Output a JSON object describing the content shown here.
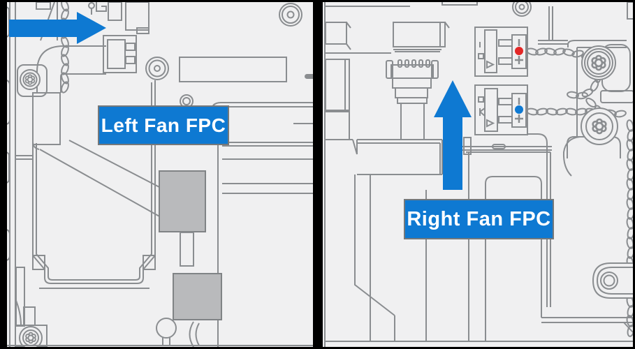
{
  "figure": {
    "panels": [
      {
        "id": "left-fan",
        "callout": {
          "label": "Left Fan FPC",
          "arrow_direction": "right"
        }
      },
      {
        "id": "right-fan",
        "callout": {
          "label": "Right Fan FPC",
          "arrow_direction": "up"
        }
      }
    ],
    "markers": [
      {
        "name": "fan-connector-top-dot",
        "color": "#e32726"
      },
      {
        "name": "fan-connector-bottom-dot",
        "color": "#0e79d2"
      }
    ]
  },
  "icons": {
    "arrow_right": "➡",
    "arrow_up": "⬆",
    "torx_screw": "✻",
    "play_triangle": "▷"
  },
  "colors": {
    "accent_blue": "#0e79d2",
    "marker_red": "#e32726",
    "marker_blue": "#0e79d2",
    "line_gray": "#8a8d90",
    "fill_gray": "#b9babc",
    "panel_bg": "#f0f0f1",
    "frame_black": "#000000",
    "label_text": "#ffffff",
    "label_border": "#75787a"
  }
}
